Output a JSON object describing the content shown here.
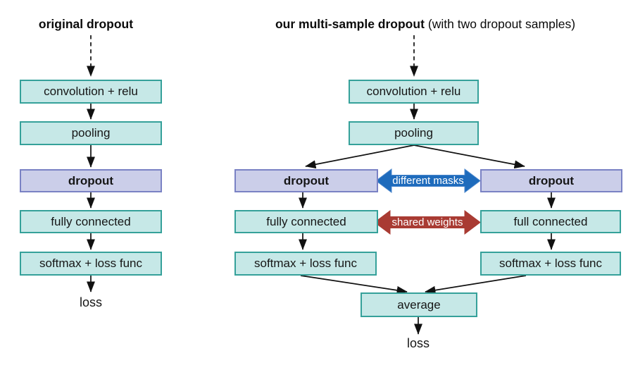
{
  "figure": {
    "left": {
      "title": "original dropout",
      "nodes": {
        "conv": "convolution + relu",
        "pool": "pooling",
        "dropout": "dropout",
        "fc": "fully connected",
        "softmax": "softmax + loss func"
      },
      "loss": "loss"
    },
    "right": {
      "title_bold": "our multi-sample dropout",
      "title_note": "(with two dropout samples)",
      "nodes": {
        "conv": "convolution + relu",
        "pool": "pooling",
        "dropout_left": "dropout",
        "dropout_right": "dropout",
        "fc_left": "fully connected",
        "fc_right": "full connected",
        "softmax_left": "softmax + loss func",
        "softmax_right": "softmax + loss func",
        "average": "average"
      },
      "connector_masks": "different masks",
      "connector_weights": "shared weights",
      "loss": "loss"
    },
    "colors": {
      "teal_fill": "#c6e8e7",
      "teal_border": "#35a19a",
      "purple_fill": "#cbcee9",
      "purple_border": "#7a82c4",
      "masks_arrow_blue": "#1e6bbc",
      "weights_arrow_red": "#a93b33",
      "line_black": "#111111",
      "label_white": "#ffffff"
    }
  }
}
